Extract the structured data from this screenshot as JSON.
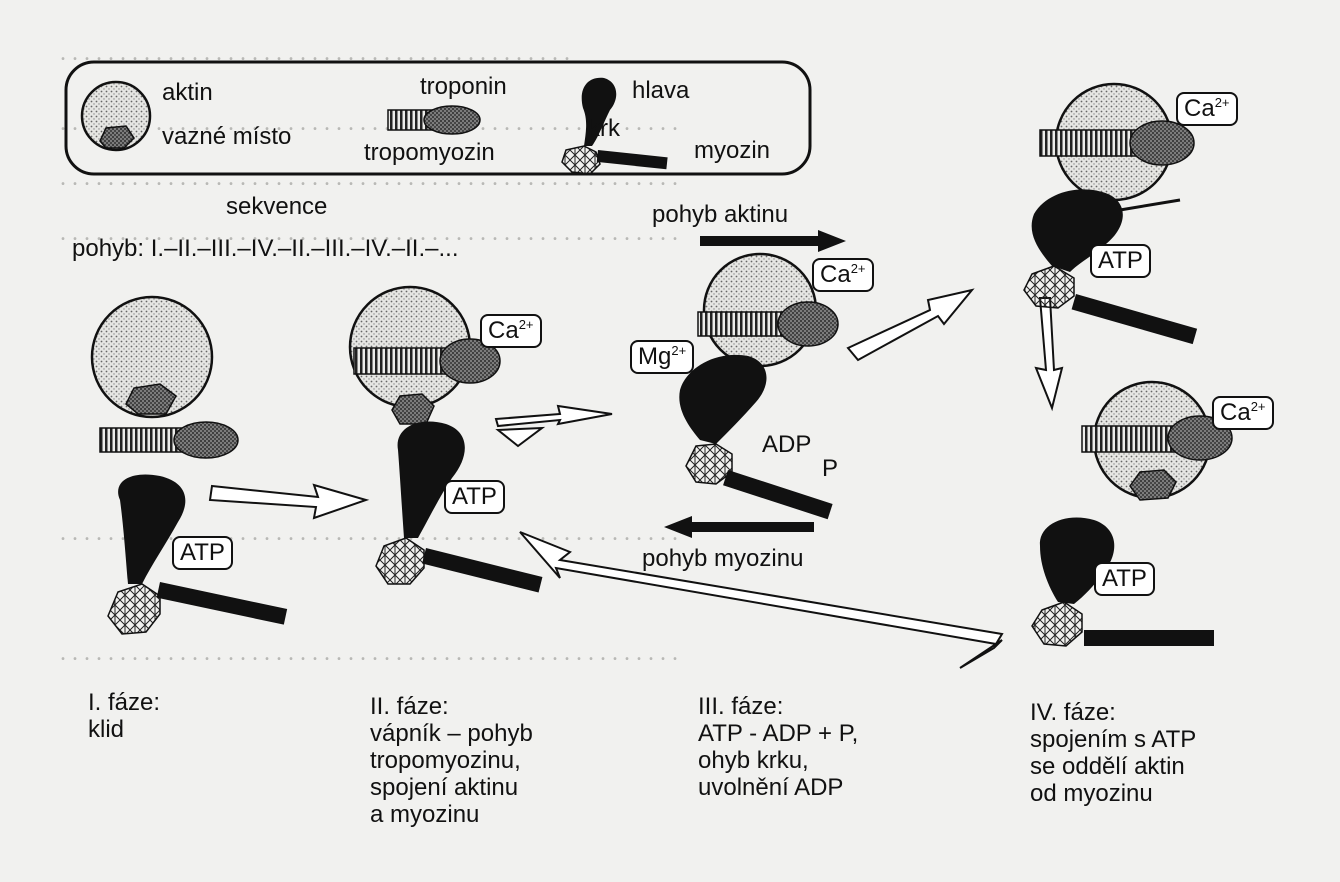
{
  "legend": {
    "aktin": "aktin",
    "vazne_misto": "vazné místo",
    "troponin": "troponin",
    "tropomyozin": "tropomyozin",
    "hlava": "hlava",
    "krk": "krk",
    "myozin": "myozin"
  },
  "sequence": {
    "title": "sekvence",
    "text": "pohyb: I.–II.–III.–IV.–II.–III.–IV.–II.–..."
  },
  "arrows": {
    "pohyb_aktinu": "pohyb aktinu",
    "pohyb_myozinu": "pohyb myozinu"
  },
  "chemicals": {
    "ca": "Ca",
    "ca_charge": "2+",
    "mg": "Mg",
    "mg_charge": "2+",
    "atp": "ATP",
    "adp": "ADP",
    "p": "P"
  },
  "phases": [
    {
      "line1": "I. fáze:",
      "line2": "klid",
      "line3": "",
      "line4": "",
      "line5": ""
    },
    {
      "line1": "II. fáze:",
      "line2": "vápník – pohyb",
      "line3": "tropomyozinu,",
      "line4": "spojení aktinu",
      "line5": "a myozinu"
    },
    {
      "line1": "III. fáze:",
      "line2": "ATP - ADP + P,",
      "line3": "ohyb krku,",
      "line4": "uvolnění ADP",
      "line5": ""
    },
    {
      "line1": "IV. fáze:",
      "line2": "spojením s ATP",
      "line3": "se oddělí aktin",
      "line4": "od myozinu",
      "line5": ""
    }
  ]
}
